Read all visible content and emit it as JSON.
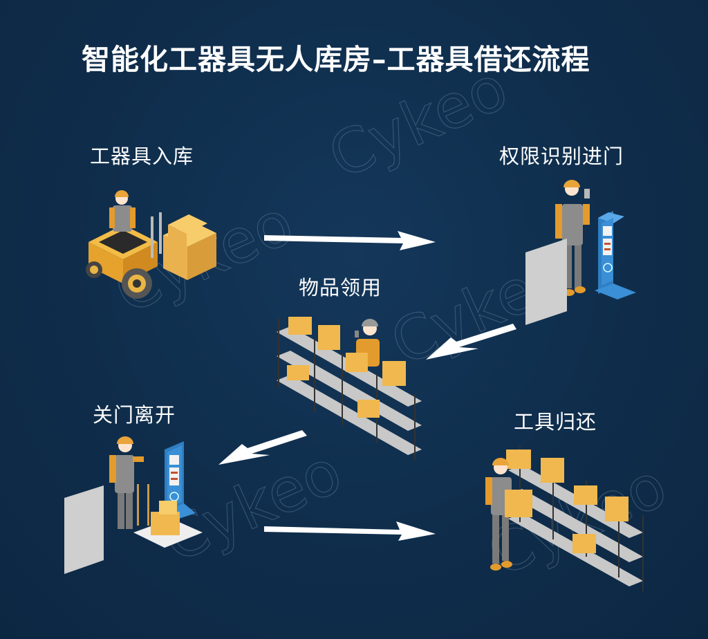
{
  "title": "智能化工器具无人库房–工器具借还流程",
  "colors": {
    "background": "#0f2d4b",
    "text": "#ffffff",
    "arrow": "#ffffff",
    "box": "#f0b84e",
    "box_dark": "#d89a30",
    "worker_shirt": "#e39b2d",
    "worker_overall": "#8a8a8a",
    "kiosk": "#3a8fd6",
    "door": "#cfcfcf",
    "shelf": "#c8c8c8"
  },
  "watermark": "Cykeo",
  "steps": [
    {
      "id": "tool-inbound",
      "label": "工器具入库",
      "illustration": "worker-on-forklift-with-boxes"
    },
    {
      "id": "access-auth",
      "label": "权限识别进门",
      "illustration": "worker-with-phone-at-kiosk-and-door"
    },
    {
      "id": "item-pickup",
      "label": "物品领用",
      "illustration": "worker-taking-box-from-shelves"
    },
    {
      "id": "close-leave",
      "label": "关门离开",
      "illustration": "worker-pushing-cart-past-kiosk-and-door"
    },
    {
      "id": "tool-return",
      "label": "工具归还",
      "illustration": "worker-placing-box-on-shelves"
    }
  ],
  "arrows": [
    {
      "from": "tool-inbound",
      "to": "access-auth",
      "direction": "right"
    },
    {
      "from": "access-auth",
      "to": "item-pickup",
      "direction": "down-left"
    },
    {
      "from": "item-pickup",
      "to": "close-leave",
      "direction": "down-left"
    },
    {
      "from": "close-leave",
      "to": "tool-return",
      "direction": "right"
    }
  ]
}
